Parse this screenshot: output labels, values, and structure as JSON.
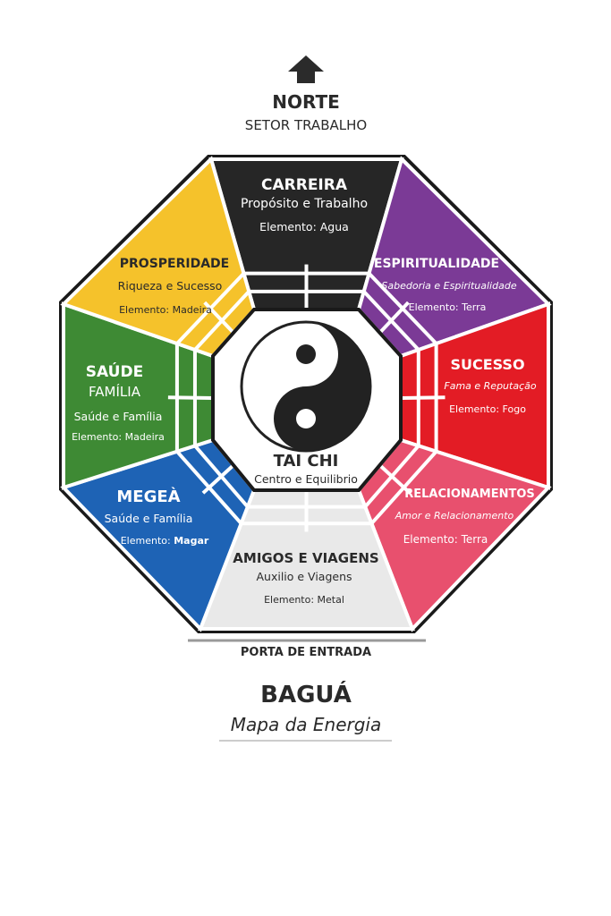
{
  "header": {
    "direction": "NORTE",
    "sector": "SETOR TRABALHO"
  },
  "sectors": {
    "carreira": {
      "title": "CARREIRA",
      "subtitle": "Propósito e Trabalho",
      "element": "Elemento: Agua",
      "color": "#262626"
    },
    "espiritualidade": {
      "title": "ESPIRITUALIDADE",
      "subtitle": "Sabedoria e Espiritualidade",
      "element": "Elemento: Terra",
      "color": "#7b3a96"
    },
    "sucesso": {
      "title": "SUCESSO",
      "subtitle": "Fama e Reputação",
      "element": "Elemento: Fogo",
      "color": "#e31c25"
    },
    "relacionamentos": {
      "title": "RELACIONAMENTOS",
      "subtitle": "Amor e Relacionamento",
      "element": "Elemento: Terra",
      "color": "#e8506e"
    },
    "amigos": {
      "title": "AMIGOS E VIAGENS",
      "subtitle": "Auxilio e Viagens",
      "element": "Elemento: Metal",
      "color": "#e9e9e9"
    },
    "megea": {
      "title": "MEGEÀ",
      "subtitle": "Saúde e Família",
      "element_prefix": "Elemento:",
      "element_value": "Magar",
      "color": "#1e63b5"
    },
    "saude": {
      "title": "SAÚDE",
      "title2": "FAMÍLIA",
      "subtitle": "Saúde e Família",
      "element": "Elemento: Madeira",
      "color": "#3e8a34"
    },
    "prosperidade": {
      "title": "PROSPERIDADE",
      "subtitle": "Riqueza e Sucesso",
      "element": "Elemento: Madeira",
      "color": "#f5c22b"
    }
  },
  "center": {
    "title": "TAI CHI",
    "subtitle": "Centro e Equilibrio"
  },
  "footer": {
    "entrance": "PORTA DE ENTRADA",
    "title": "BAGUÁ",
    "subtitle": "Mapa da Energia"
  }
}
